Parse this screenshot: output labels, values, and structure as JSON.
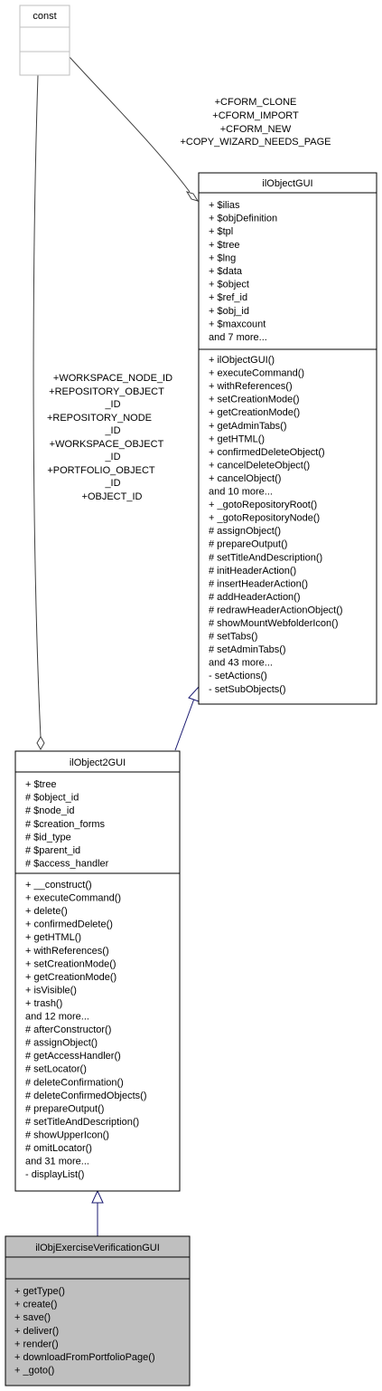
{
  "classes": {
    "const": {
      "name": "const",
      "attributes": [],
      "methods": []
    },
    "ilObjectGUI": {
      "name": "ilObjectGUI",
      "attributes": [
        "+ $ilias",
        "+ $objDefinition",
        "+ $tpl",
        "+ $tree",
        "+ $lng",
        "+ $data",
        "+ $object",
        "+ $ref_id",
        "+ $obj_id",
        "+ $maxcount",
        "and 7 more..."
      ],
      "methods": [
        "+ ilObjectGUI()",
        "+ executeCommand()",
        "+ withReferences()",
        "+ setCreationMode()",
        "+ getCreationMode()",
        "+ getAdminTabs()",
        "+ getHTML()",
        "+ confirmedDeleteObject()",
        "+ cancelDeleteObject()",
        "+ cancelObject()",
        "and 10 more...",
        "+ _gotoRepositoryRoot()",
        "+ _gotoRepositoryNode()",
        "# assignObject()",
        "# prepareOutput()",
        "# setTitleAndDescription()",
        "# initHeaderAction()",
        "# insertHeaderAction()",
        "# addHeaderAction()",
        "# redrawHeaderActionObject()",
        "# showMountWebfolderIcon()",
        "# setTabs()",
        "# setAdminTabs()",
        "and 43 more...",
        "- setActions()",
        "- setSubObjects()"
      ]
    },
    "ilObject2GUI": {
      "name": "ilObject2GUI",
      "attributes": [
        "+ $tree",
        "# $object_id",
        "# $node_id",
        "# $creation_forms",
        "# $id_type",
        "# $parent_id",
        "# $access_handler"
      ],
      "methods": [
        "+ __construct()",
        "+ executeCommand()",
        "+ delete()",
        "+ confirmedDelete()",
        "+ getHTML()",
        "+ withReferences()",
        "+ setCreationMode()",
        "+ getCreationMode()",
        "+ isVisible()",
        "+ trash()",
        "and 12 more...",
        "# afterConstructor()",
        "# assignObject()",
        "# getAccessHandler()",
        "# setLocator()",
        "# deleteConfirmation()",
        "# deleteConfirmedObjects()",
        "# prepareOutput()",
        "# setTitleAndDescription()",
        "# showUpperIcon()",
        "# omitLocator()",
        "and 31 more...",
        "- displayList()"
      ]
    },
    "ilObjExerciseVerificationGUI": {
      "name": "ilObjExerciseVerificationGUI",
      "attributes": [],
      "methods": [
        "+ getType()",
        "+ create()",
        "+ save()",
        "+ deliver()",
        "+ render()",
        "+ downloadFromPortfolioPage()",
        "+ _goto()"
      ]
    }
  },
  "edges": {
    "const_to_ilObjectGUI": {
      "labels": [
        "+CFORM_CLONE",
        "+CFORM_IMPORT",
        "+CFORM_NEW",
        "+COPY_WIZARD_NEEDS_PAGE"
      ]
    },
    "const_to_ilObject2GUI": {
      "labels": [
        "+WORKSPACE_NODE_ID",
        "+REPOSITORY_OBJECT",
        "_ID",
        "+REPOSITORY_NODE",
        "_ID",
        "+WORKSPACE_OBJECT",
        "_ID",
        "+PORTFOLIO_OBJECT",
        "_ID",
        "+OBJECT_ID"
      ]
    }
  },
  "colors": {
    "const_fill": "#ffffff",
    "const_stroke": "#bfbfbf",
    "box_stroke": "#000000",
    "highlight_fill": "#bfbfbf",
    "edge_stroke": "#404040",
    "inherit_stroke": "#191970"
  }
}
